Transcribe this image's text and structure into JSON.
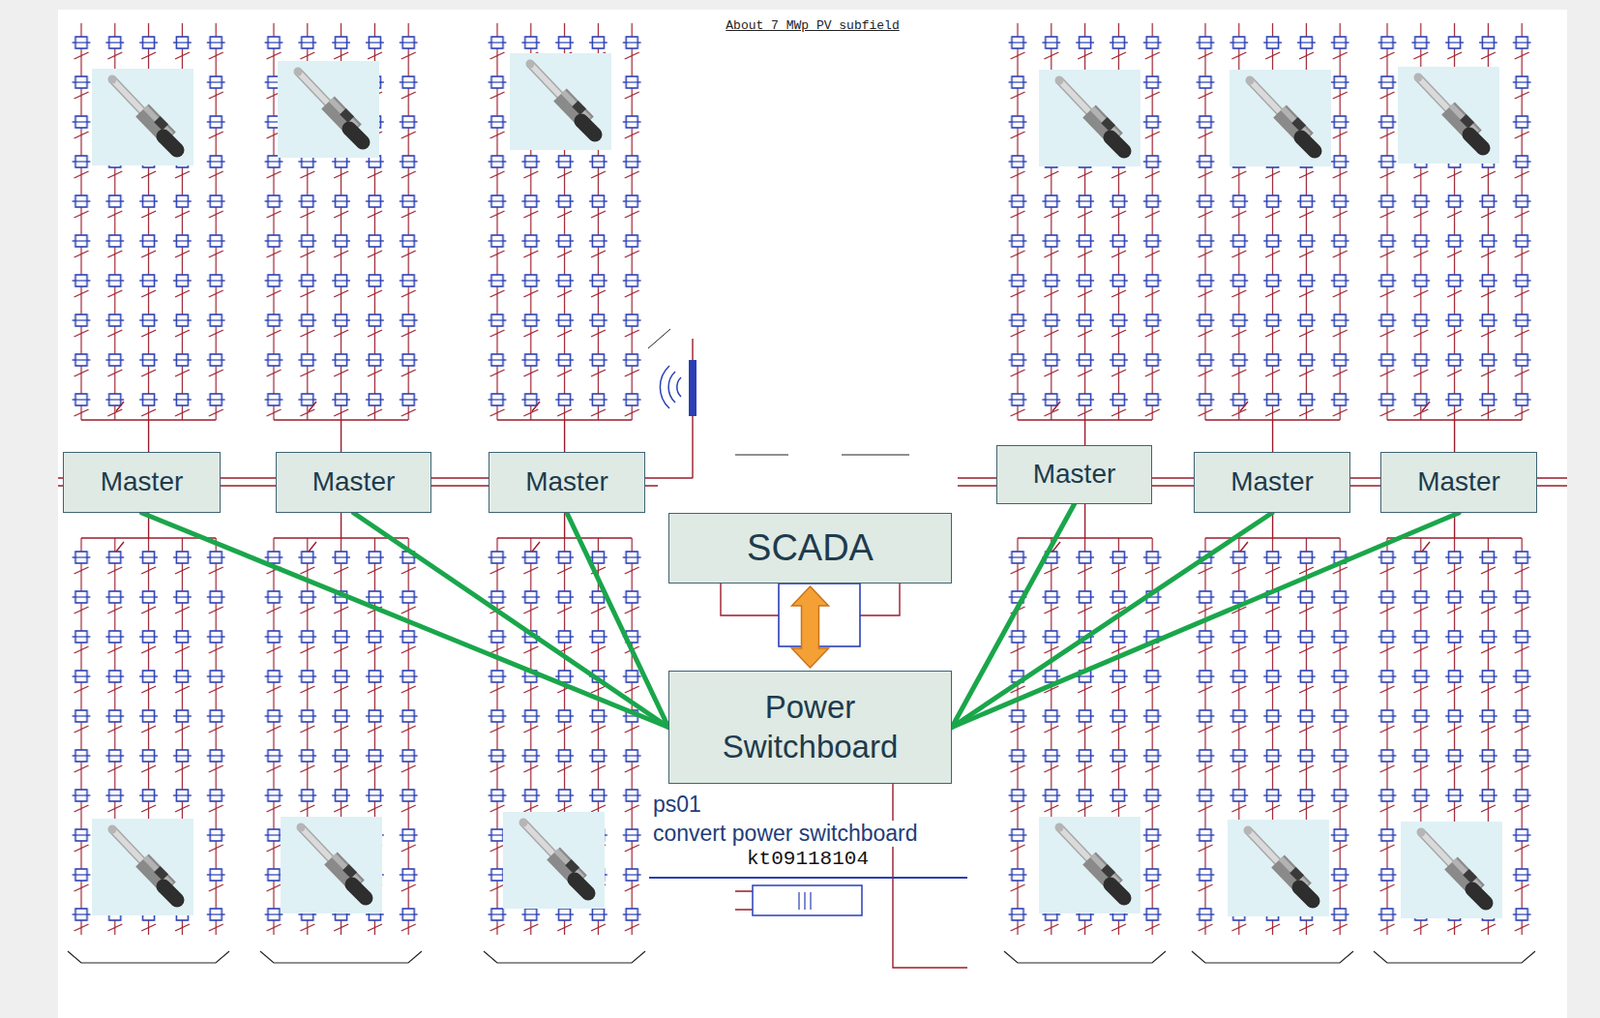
{
  "diagram": {
    "title": "About 7 MWp PV subfield",
    "nodes": [
      {
        "text": [
          "Master"
        ]
      },
      {
        "text": [
          "Master"
        ]
      },
      {
        "text": [
          "Master"
        ]
      },
      {
        "text": [
          "Master"
        ]
      },
      {
        "text": [
          "Master"
        ]
      },
      {
        "text": [
          "Master"
        ]
      },
      {
        "text": [
          "SCADA"
        ]
      },
      {
        "text": [
          "Power Switchboard"
        ]
      }
    ],
    "edges": [
      {
        "from": 0,
        "to": 7,
        "arrow": "none"
      },
      {
        "from": 1,
        "to": 7,
        "arrow": "none"
      },
      {
        "from": 2,
        "to": 7,
        "arrow": "none"
      },
      {
        "from": 3,
        "to": 7,
        "arrow": "none"
      },
      {
        "from": 4,
        "to": 7,
        "arrow": "none"
      },
      {
        "from": 5,
        "to": 7,
        "arrow": "none"
      },
      {
        "from": 6,
        "to": 7,
        "arrow": "both"
      }
    ],
    "labels": [
      "ps01",
      "convert power switchboard",
      "kt09118104"
    ]
  }
}
